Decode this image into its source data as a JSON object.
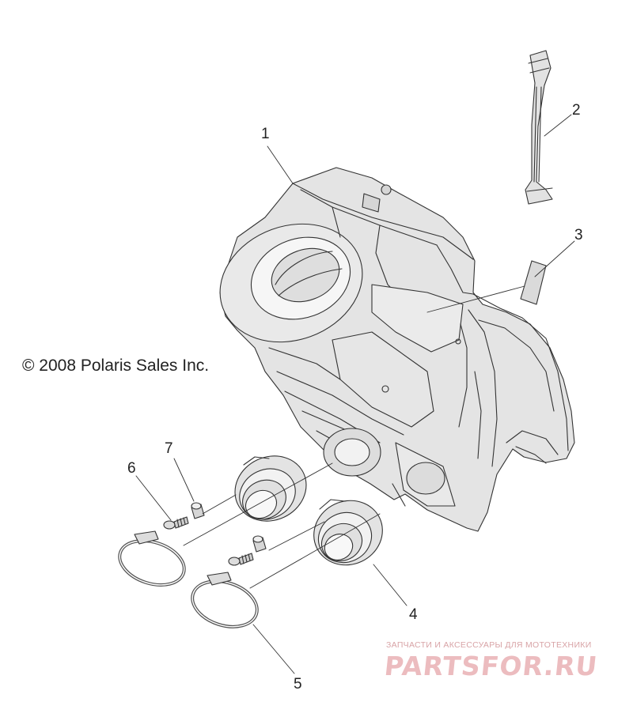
{
  "copyright": "© 2008 Polaris Sales Inc.",
  "callouts": [
    {
      "id": "1",
      "label": "1"
    },
    {
      "id": "2",
      "label": "2"
    },
    {
      "id": "3",
      "label": "3"
    },
    {
      "id": "4",
      "label": "4"
    },
    {
      "id": "5",
      "label": "5"
    },
    {
      "id": "6",
      "label": "6"
    },
    {
      "id": "7",
      "label": "7"
    }
  ],
  "watermark": {
    "tagline": "ЗАПЧАСТИ И АКСЕССУАРЫ ДЛЯ МОТОТЕХНИКИ",
    "logo_text": "PARTSFOR.RU",
    "color": "#e6a9ad"
  },
  "colors": {
    "line": "#333333",
    "fill": "#e2e2e2",
    "fill_light": "#eeeeee",
    "background": "#ffffff"
  }
}
